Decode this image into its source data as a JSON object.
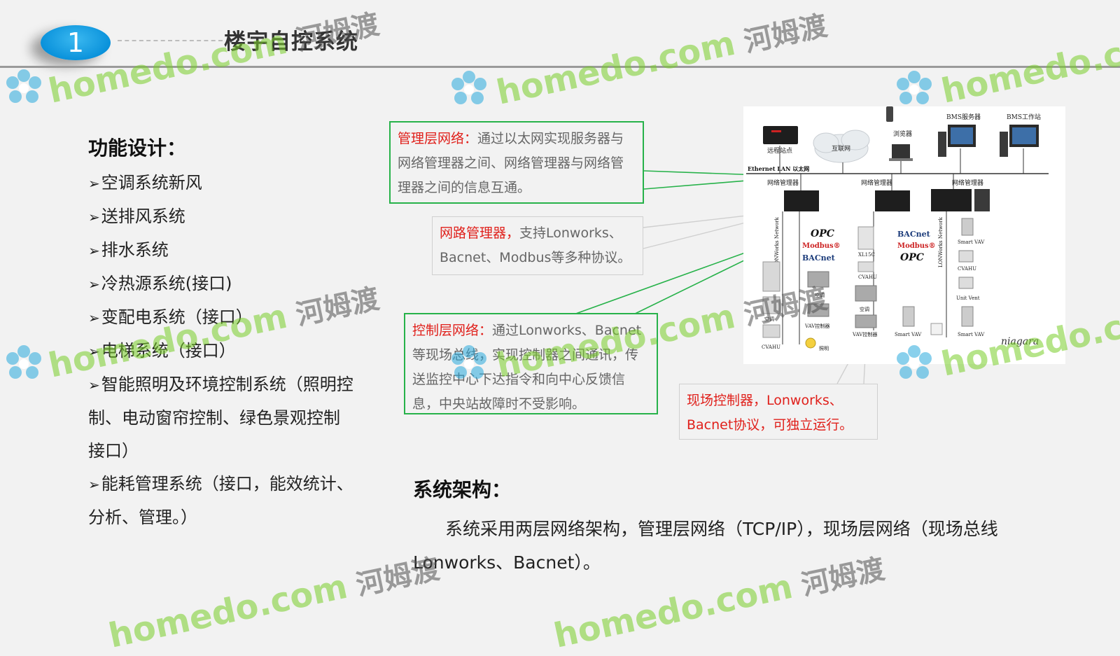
{
  "header": {
    "number": "1",
    "title": "楼宇自控系统"
  },
  "function_design": {
    "heading": "功能设计：",
    "items": [
      "空调系统新风",
      "送排风系统",
      "排水系统",
      "冷热源系统(接口)",
      "变配电系统（接口）",
      "电梯系统（接口）",
      "智能照明及环境控制系统（照明控制、电动窗帘控制、绿色景观控制接口）",
      "能耗管理系统（接口，能效统计、分析、管理。）"
    ]
  },
  "callouts": {
    "mgmt": {
      "highlight": "管理层网络：",
      "text": "通过以太网实现服务器与网络管理器之间、网络管理器与网络管理器之间的信息互通。"
    },
    "router": {
      "highlight": "网路管理器，",
      "text": "支持Lonworks、Bacnet、Modbus等多种协议。"
    },
    "ctrl": {
      "highlight": "控制层网络：",
      "text": "通过Lonworks、Bacnet等现场总线，实现控制器之间通讯，传送监控中心下达指令和向中心反馈信息，中央站故障时不受影响。"
    },
    "field": {
      "text": "现场控制器，Lonworks、Bacnet协议，可独立运行。"
    }
  },
  "diagram": {
    "labels": {
      "remote": "远程站点",
      "internet": "互联网",
      "browser": "浏览器",
      "bms_server": "BMS服务器",
      "bms_ws": "BMS工作站",
      "ethernet": "Ethernet LAN  以太网",
      "nm1": "网络管理器",
      "nm2": "网络管理器",
      "nm3": "网络管理器",
      "lonworks": "LONWorks Network",
      "opc": "OPC",
      "modbus": "Modbus®",
      "bacnet": "BACnet",
      "xl15c": "XL15C",
      "cvahu": "CVAHU",
      "kongtiao": "空调",
      "vav_ctrl": "VAV控制器",
      "light": "照明",
      "smart_vav": "Smart VAV",
      "unit_vent": "Unit Vent",
      "niagara": "niagara"
    }
  },
  "architecture": {
    "heading": "系统架构：",
    "body": "系统采用两层网络架构，管理层网络（TCP/IP），现场层网络（现场总线Lonworks、Bacnet）。"
  },
  "watermark": {
    "latin": "homedo.com",
    "cn": "河姆渡"
  },
  "colors": {
    "accent_blue": "#0a92db",
    "highlight_red": "#e0201b",
    "callout_green": "#27b24a"
  }
}
